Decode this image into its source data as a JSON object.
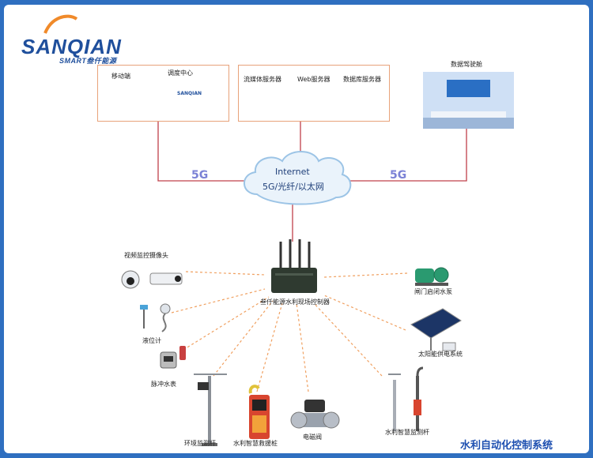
{
  "logo": {
    "main": "SANQIAN",
    "sub": "SMART叁仟能源"
  },
  "title": "水利自动化控制系统",
  "top_left_box": {
    "mobile": "移动端",
    "dispatch": "调度中心",
    "screen_brand": "SANQIAN"
  },
  "servers": [
    "流媒体服务器",
    "Web服务器",
    "数据库服务器"
  ],
  "cockpit": "数据驾驶舱",
  "cloud": {
    "line1": "Internet",
    "line2": "5G/光纤/以太网"
  },
  "link_left": "5G",
  "link_right": "5G",
  "controller": "叁仟能源水利现场控制器",
  "devices": {
    "camera": "视频监控摄像头",
    "level": "液位计",
    "pulse": "脉冲水表",
    "env_pole": "环境监测杆",
    "rescue": "水利智慧救援桩",
    "valve": "电磁阀",
    "smart_pole": "水利智慧监测杆",
    "solar": "太阳能供电系统",
    "pump": "闸门启闭水泵"
  },
  "colors": {
    "frame": "#2f6fc0",
    "box_border": "#e8a27a",
    "link_line": "#c0404a",
    "dash_line": "#f0a060",
    "title": "#1d4fb0"
  }
}
